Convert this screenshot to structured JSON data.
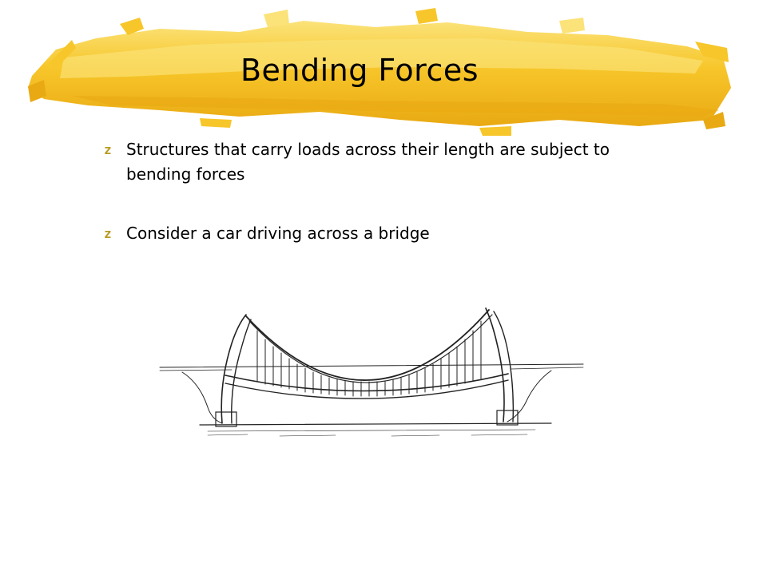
{
  "slide": {
    "title": "Bending Forces",
    "bullets": [
      {
        "marker": "z",
        "text": "Structures that carry loads across their length are subject to bending forces"
      },
      {
        "marker": "z",
        "text": "Consider a car driving across a bridge"
      }
    ]
  },
  "colors": {
    "brush_main": "#f7c62a",
    "brush_light": "#fbe37a",
    "brush_dark": "#e9a912",
    "text": "#000000"
  },
  "illustration": {
    "name": "suspension-bridge-sketch"
  }
}
